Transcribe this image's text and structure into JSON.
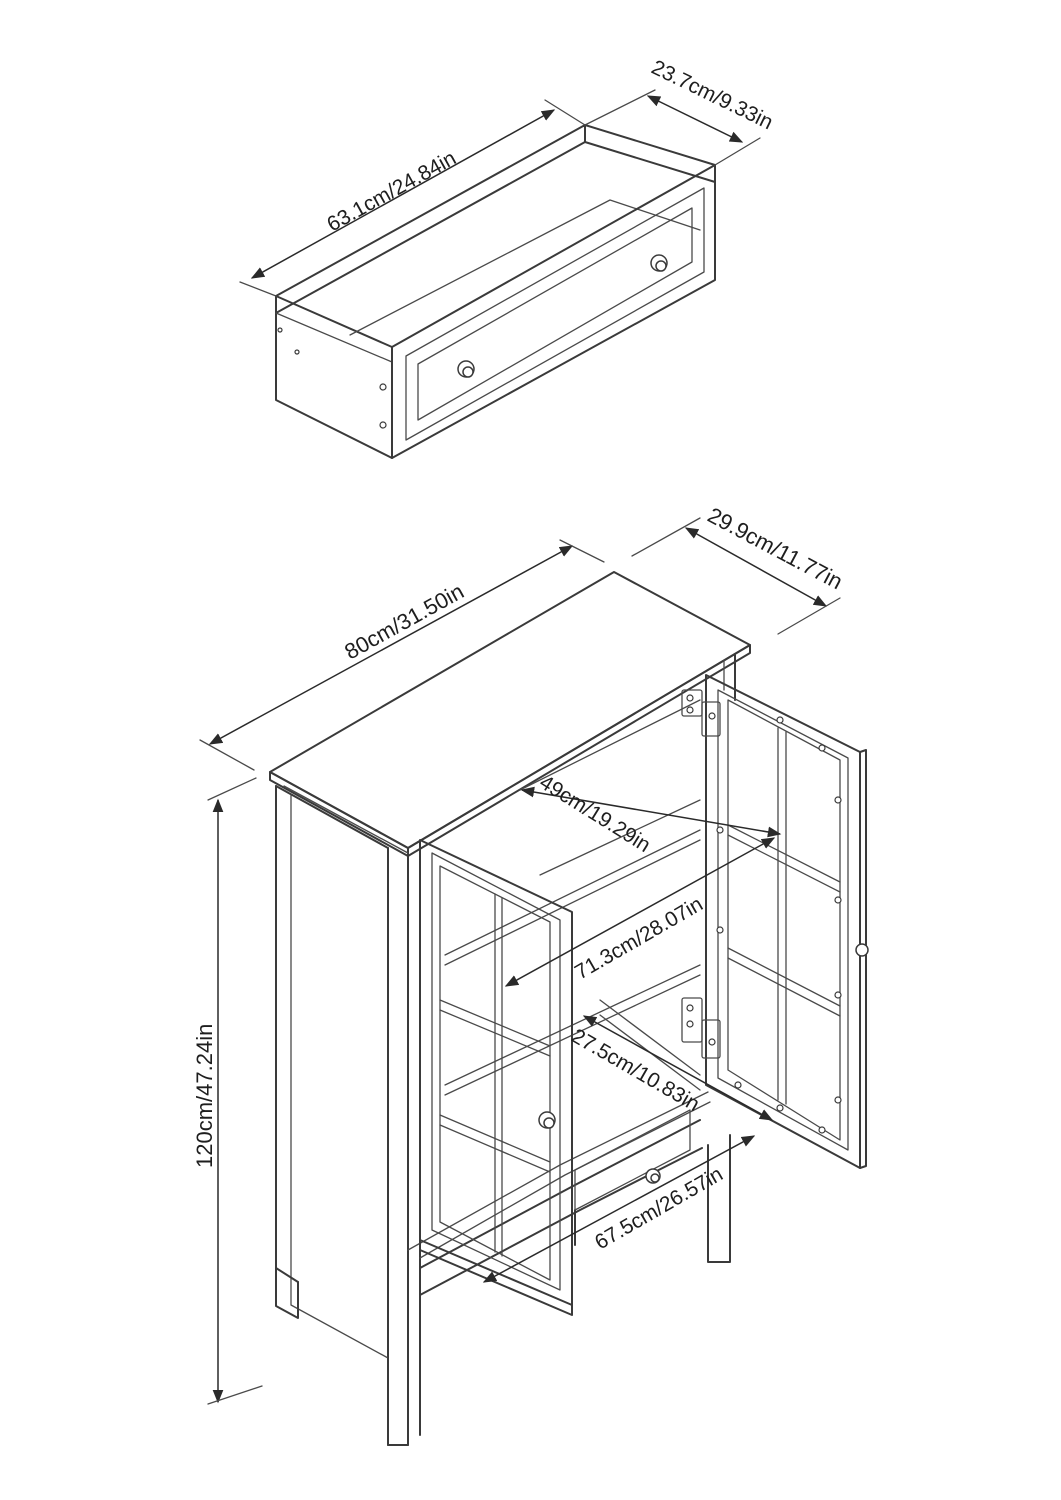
{
  "drawer": {
    "width_label": "63.1cm/24.84in",
    "depth_label": "23.7cm/9.33in"
  },
  "cabinet": {
    "width_label": "80cm/31.50in",
    "depth_label": "29.9cm/11.77in",
    "height_label": "120cm/47.24in",
    "shelf_depth_label": "49cm/19.29in",
    "door_height_label": "71.3cm/28.07in",
    "inner_depth_label": "27.5cm/10.83in",
    "inner_width_label": "67.5cm/26.57in"
  },
  "colors": {
    "line": "#3a3a3a",
    "text": "#1e1e1e",
    "background": "#ffffff"
  }
}
